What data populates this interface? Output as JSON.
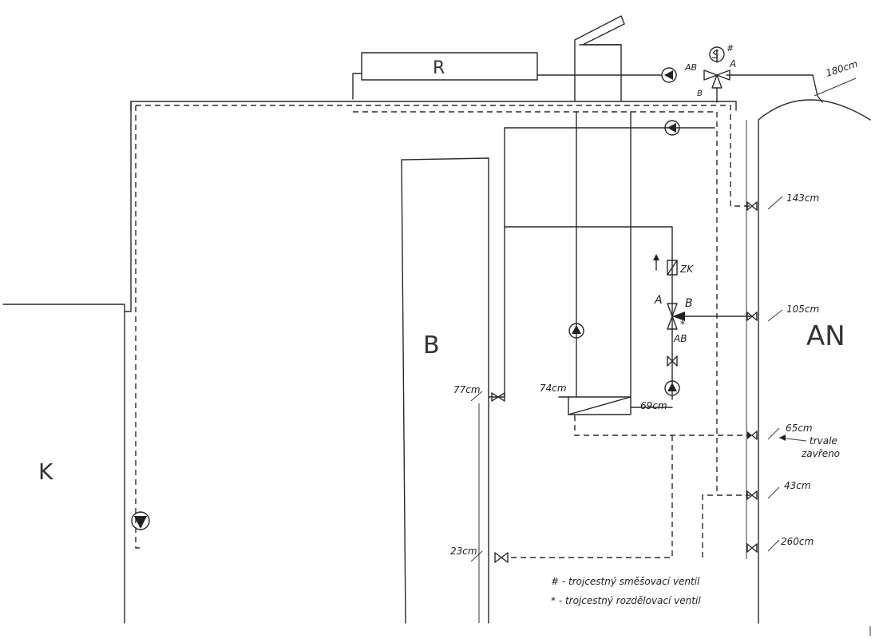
{
  "labels": {
    "radiator": "R",
    "boiler": "B",
    "room_k": "K",
    "tank": "AN",
    "sensor": "S",
    "hash_mark": "#",
    "star_mark": "*",
    "zk": "ZK",
    "valve_top_ab": "AB",
    "valve_top_a": "A",
    "valve_top_b": "B",
    "valve_mid_a": "A",
    "valve_mid_b": "B",
    "valve_mid_ab": "AB",
    "h_180": "180cm",
    "h_143": "143cm",
    "h_105": "105cm",
    "h_77": "77cm",
    "h_74": "74cm",
    "h_69": "69cm",
    "h_65": "65cm",
    "note_trvale": "trvale",
    "note_zavreno": "zavřeno",
    "h_43": "43cm",
    "h_23": "23cm",
    "h_260": "260cm"
  },
  "legend": {
    "mixing": "# - trojcestný směšovací ventil",
    "diverting": "* - trojcestný rozdělovací ventil"
  }
}
